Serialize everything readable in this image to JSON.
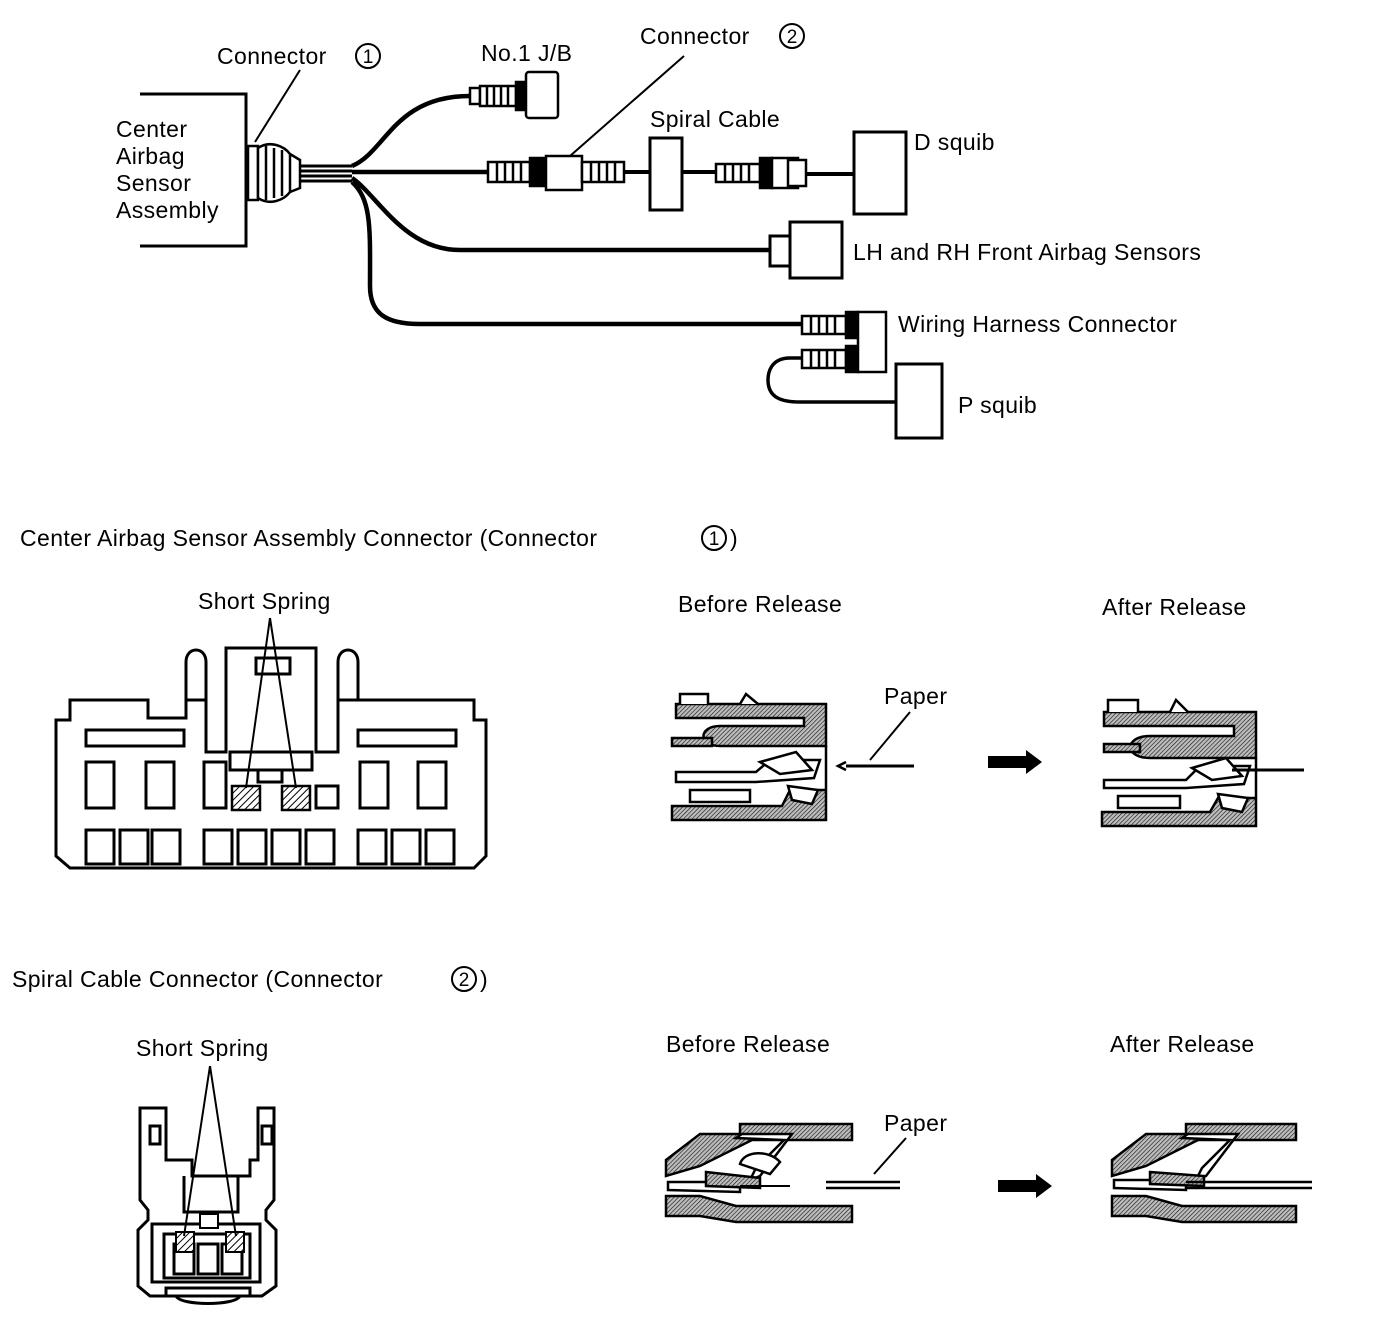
{
  "wiring": {
    "center_sensor": "Center\nAirbag\nSensor\nAssembly",
    "connector1": "Connector",
    "connector1_num": "1",
    "jb": "No.1 J/B",
    "connector2": "Connector",
    "connector2_num": "2",
    "spiral_cable": "Spiral Cable",
    "d_squib": "D squib",
    "front_sensors": "LH and RH Front Airbag Sensors",
    "harness_connector": "Wiring Harness Connector",
    "p_squib": "P squib"
  },
  "section1": {
    "title": "Center Airbag Sensor Assembly Connector (Connector",
    "title_num": "1",
    "title_end": ")",
    "short_spring": "Short Spring",
    "before": "Before Release",
    "after": "After Release",
    "paper": "Paper"
  },
  "section2": {
    "title": "Spiral Cable Connector (Connector",
    "title_num": "2",
    "title_end": ")",
    "short_spring": "Short Spring",
    "before": "Before Release",
    "after": "After Release",
    "paper": "Paper"
  }
}
